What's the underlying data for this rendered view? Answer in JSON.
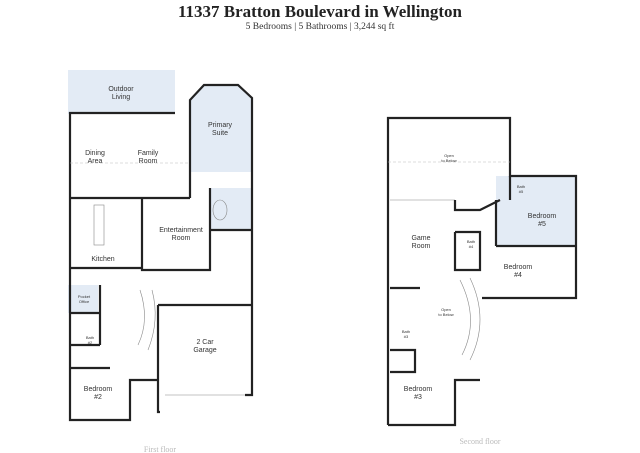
{
  "header": {
    "title": "11337 Bratton Boulevard in Wellington",
    "subtitle": "5 Bedrooms | 5 Bathrooms | 3,244 sq ft"
  },
  "first_floor": {
    "caption": "First floor",
    "rooms": {
      "outdoor_living": [
        "Outdoor",
        "Living"
      ],
      "primary_suite": [
        "Primary",
        "Suite"
      ],
      "dining": [
        "Dining",
        "Area"
      ],
      "family": [
        "Family",
        "Room"
      ],
      "entertainment": [
        "Entertainment",
        "Room"
      ],
      "kitchen": "Kitchen",
      "pocket_office": [
        "Pocket",
        "Office"
      ],
      "bath2": [
        "Bath",
        "#2"
      ],
      "garage": [
        "2 Car",
        "Garage"
      ],
      "bedroom2": [
        "Bedroom",
        "#2"
      ]
    }
  },
  "second_floor": {
    "caption": "Second floor",
    "rooms": {
      "open_below_top": [
        "Open",
        "to Below"
      ],
      "bath5": [
        "Bath",
        "#5"
      ],
      "bedroom5": [
        "Bedroom",
        "#5"
      ],
      "game_room": [
        "Game",
        "Room"
      ],
      "bath4": [
        "Bath",
        "#4"
      ],
      "bedroom4": [
        "Bedroom",
        "#4"
      ],
      "open_below_stair": [
        "Open",
        "to Below"
      ],
      "bath3": [
        "Bath",
        "#3"
      ],
      "bedroom3": [
        "Bedroom",
        "#3"
      ]
    }
  },
  "colors": {
    "highlight": "#e3ebf5",
    "wall": "#222222"
  }
}
